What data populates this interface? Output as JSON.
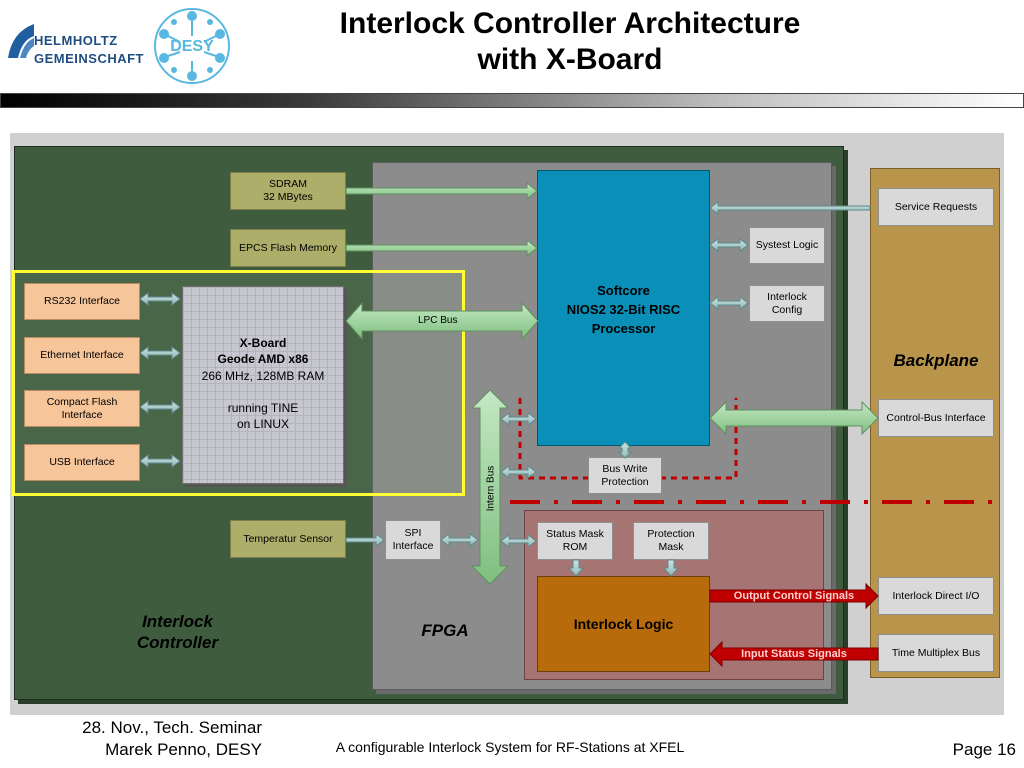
{
  "header": {
    "title": "Interlock Controller Architecture\nwith X-Board",
    "helmholtz_logo": "HELMHOLTZ GEMEINSCHAFT",
    "desy_logo": "DESY"
  },
  "regions": {
    "interlock_controller": "Interlock\nController",
    "fpga": "FPGA",
    "backplane": "Backplane"
  },
  "blocks": {
    "sdram": "SDRAM\n32 MBytes",
    "epcs": "EPCS Flash Memory",
    "rs232": "RS232 Interface",
    "ethernet": "Ethernet Interface",
    "compact_flash": "Compact Flash\nInterface",
    "usb": "USB Interface",
    "xboard_title": "X-Board\nGeode AMD x86",
    "xboard_spec": "266 MHz, 128MB RAM",
    "xboard_os": "running TINE\non LINUX",
    "temp_sensor": "Temperatur Sensor",
    "spi": "SPI\nInterface",
    "softcore": "Softcore\nNIOS2 32-Bit RISC\nProcessor",
    "bus_write": "Bus Write\nProtection",
    "status_mask": "Status Mask\nROM",
    "protection_mask": "Protection\nMask",
    "interlock_logic": "Interlock Logic",
    "service_requests": "Service Requests",
    "systest_logic": "Systest Logic",
    "interlock_config": "Interlock\nConfig",
    "control_bus_interface": "Control-Bus Interface",
    "interlock_direct_io": "Interlock Direct I/O",
    "time_multiplex_bus": "Time Multiplex Bus"
  },
  "buses": {
    "lpc_bus": "LPC Bus",
    "intern_bus": "Intern Bus",
    "output_control": "Output Control Signals",
    "input_status": "Input Status Signals"
  },
  "footer": {
    "date_event": "28. Nov., Tech. Seminar",
    "author": "Marek Penno, DESY",
    "subtitle": "A configurable Interlock System for RF-Stations at XFEL",
    "page": "Page 16"
  },
  "colors": {
    "controller_bg": "#3f5c3f",
    "fpga_bg": "#8c8c8c",
    "softcore": "#0a8fb8",
    "backplane": "#b8954a",
    "interlock_region": "#a77474",
    "interlock_logic": "#b86b0a",
    "highlight": "#ffff33",
    "red_signal": "#c00000"
  }
}
